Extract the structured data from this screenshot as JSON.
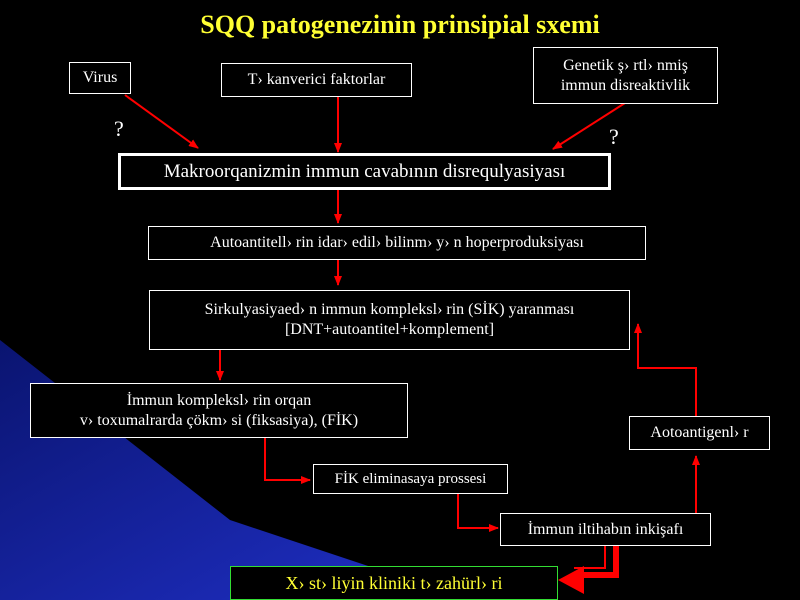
{
  "title": "SQQ patogenezinin prinsipial sxemi",
  "colors": {
    "title": "#ffff33",
    "arrow": "#ff0000",
    "box_border": "#ffffff",
    "final_border": "#33dd33",
    "final_text": "#ffff33",
    "wedge": "#1a2bb0"
  },
  "nodes": {
    "virus": "Virus",
    "factors": "T› kanverici faktorlar",
    "genetic": [
      "Genetik ş› rtl› nmiş",
      "immun disreaktivlik"
    ],
    "macro": "Makroorqanizmin immun cavabının disrequlyasiyası",
    "autoantibody": "Autoantitell› rin idar›  edil›  bilinm› y› n hoperproduksiyası",
    "sik": [
      "Sirkulyasiyaed› n immun kompleksl› rin (SİK) yaranması",
      "[DNT+autoantitel+komplement]"
    ],
    "fik": [
      "İmmun kompleksl› rin orqan",
      "v›  toxumalrarda çökm› si (fiksasiya), (FİK)"
    ],
    "elimination": "FİK eliminasaya prossesi",
    "inflammation": "İmmun iltihabın inkişafı",
    "autoantigen": "Aotoantigenl› r",
    "clinical": "X› st› liyin  kliniki  t› zahürl› ri"
  },
  "question_marks": [
    "?",
    "?"
  ]
}
